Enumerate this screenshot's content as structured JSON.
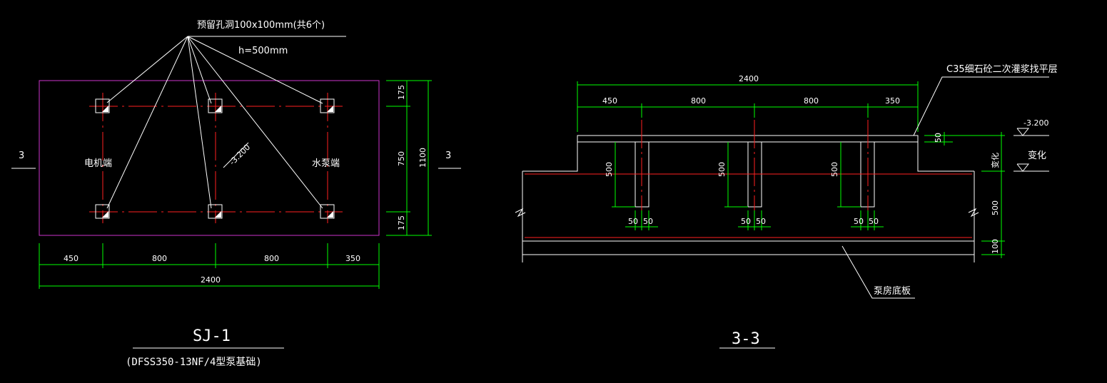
{
  "colors": {
    "background": "#000000",
    "outline": "#ffffff",
    "slab_boundary": "#cc33cc",
    "dimension": "#00ff00",
    "rebar_axis": "#ff2020"
  },
  "plan": {
    "note_holes": "预留孔洞100x100mm(共6个)",
    "note_depth": "h=500mm",
    "section_mark_left": "3",
    "section_mark_right": "3",
    "label_motor_end": "电机端",
    "label_pump_end": "水泵端",
    "elevation_tag": "-3.200",
    "dims_bottom": [
      "450",
      "800",
      "800",
      "350"
    ],
    "dim_total": "2400",
    "dims_right": [
      "175",
      "750",
      "175"
    ],
    "dim_right_total": "1100",
    "title": "SJ-1",
    "subtitle": "(DFSS350-13NF/4型泵基础)"
  },
  "section": {
    "note_grout": "C35细石砼二次灌浆找平层",
    "dim_total": "2400",
    "dims_top": [
      "450",
      "800",
      "800",
      "350"
    ],
    "elevation": "-3.200",
    "elevation_change": "变化",
    "elevation_change_vertical": "变化",
    "dim_grout": "50",
    "dim_depth": "500",
    "dim_base": "100",
    "hole_depths": [
      "500",
      "500",
      "500"
    ],
    "hole_widths": [
      [
        "50",
        "50"
      ],
      [
        "50",
        "50"
      ],
      [
        "50",
        "50"
      ]
    ],
    "label_floor": "泵房底板",
    "title": "3-3"
  }
}
